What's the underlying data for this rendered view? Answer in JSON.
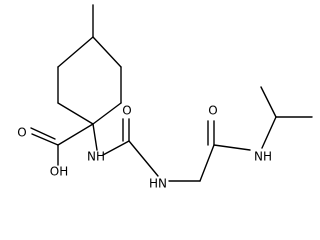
{
  "molecule": {
    "atom_labels": {
      "carboxyl_oxygen": "O",
      "carboxyl_hydroxyl": "OH",
      "amine_1": "NH",
      "urea_oxygen": "O",
      "amine_2": "HN",
      "amide_oxygen": "O",
      "amine_3": "NH"
    }
  }
}
